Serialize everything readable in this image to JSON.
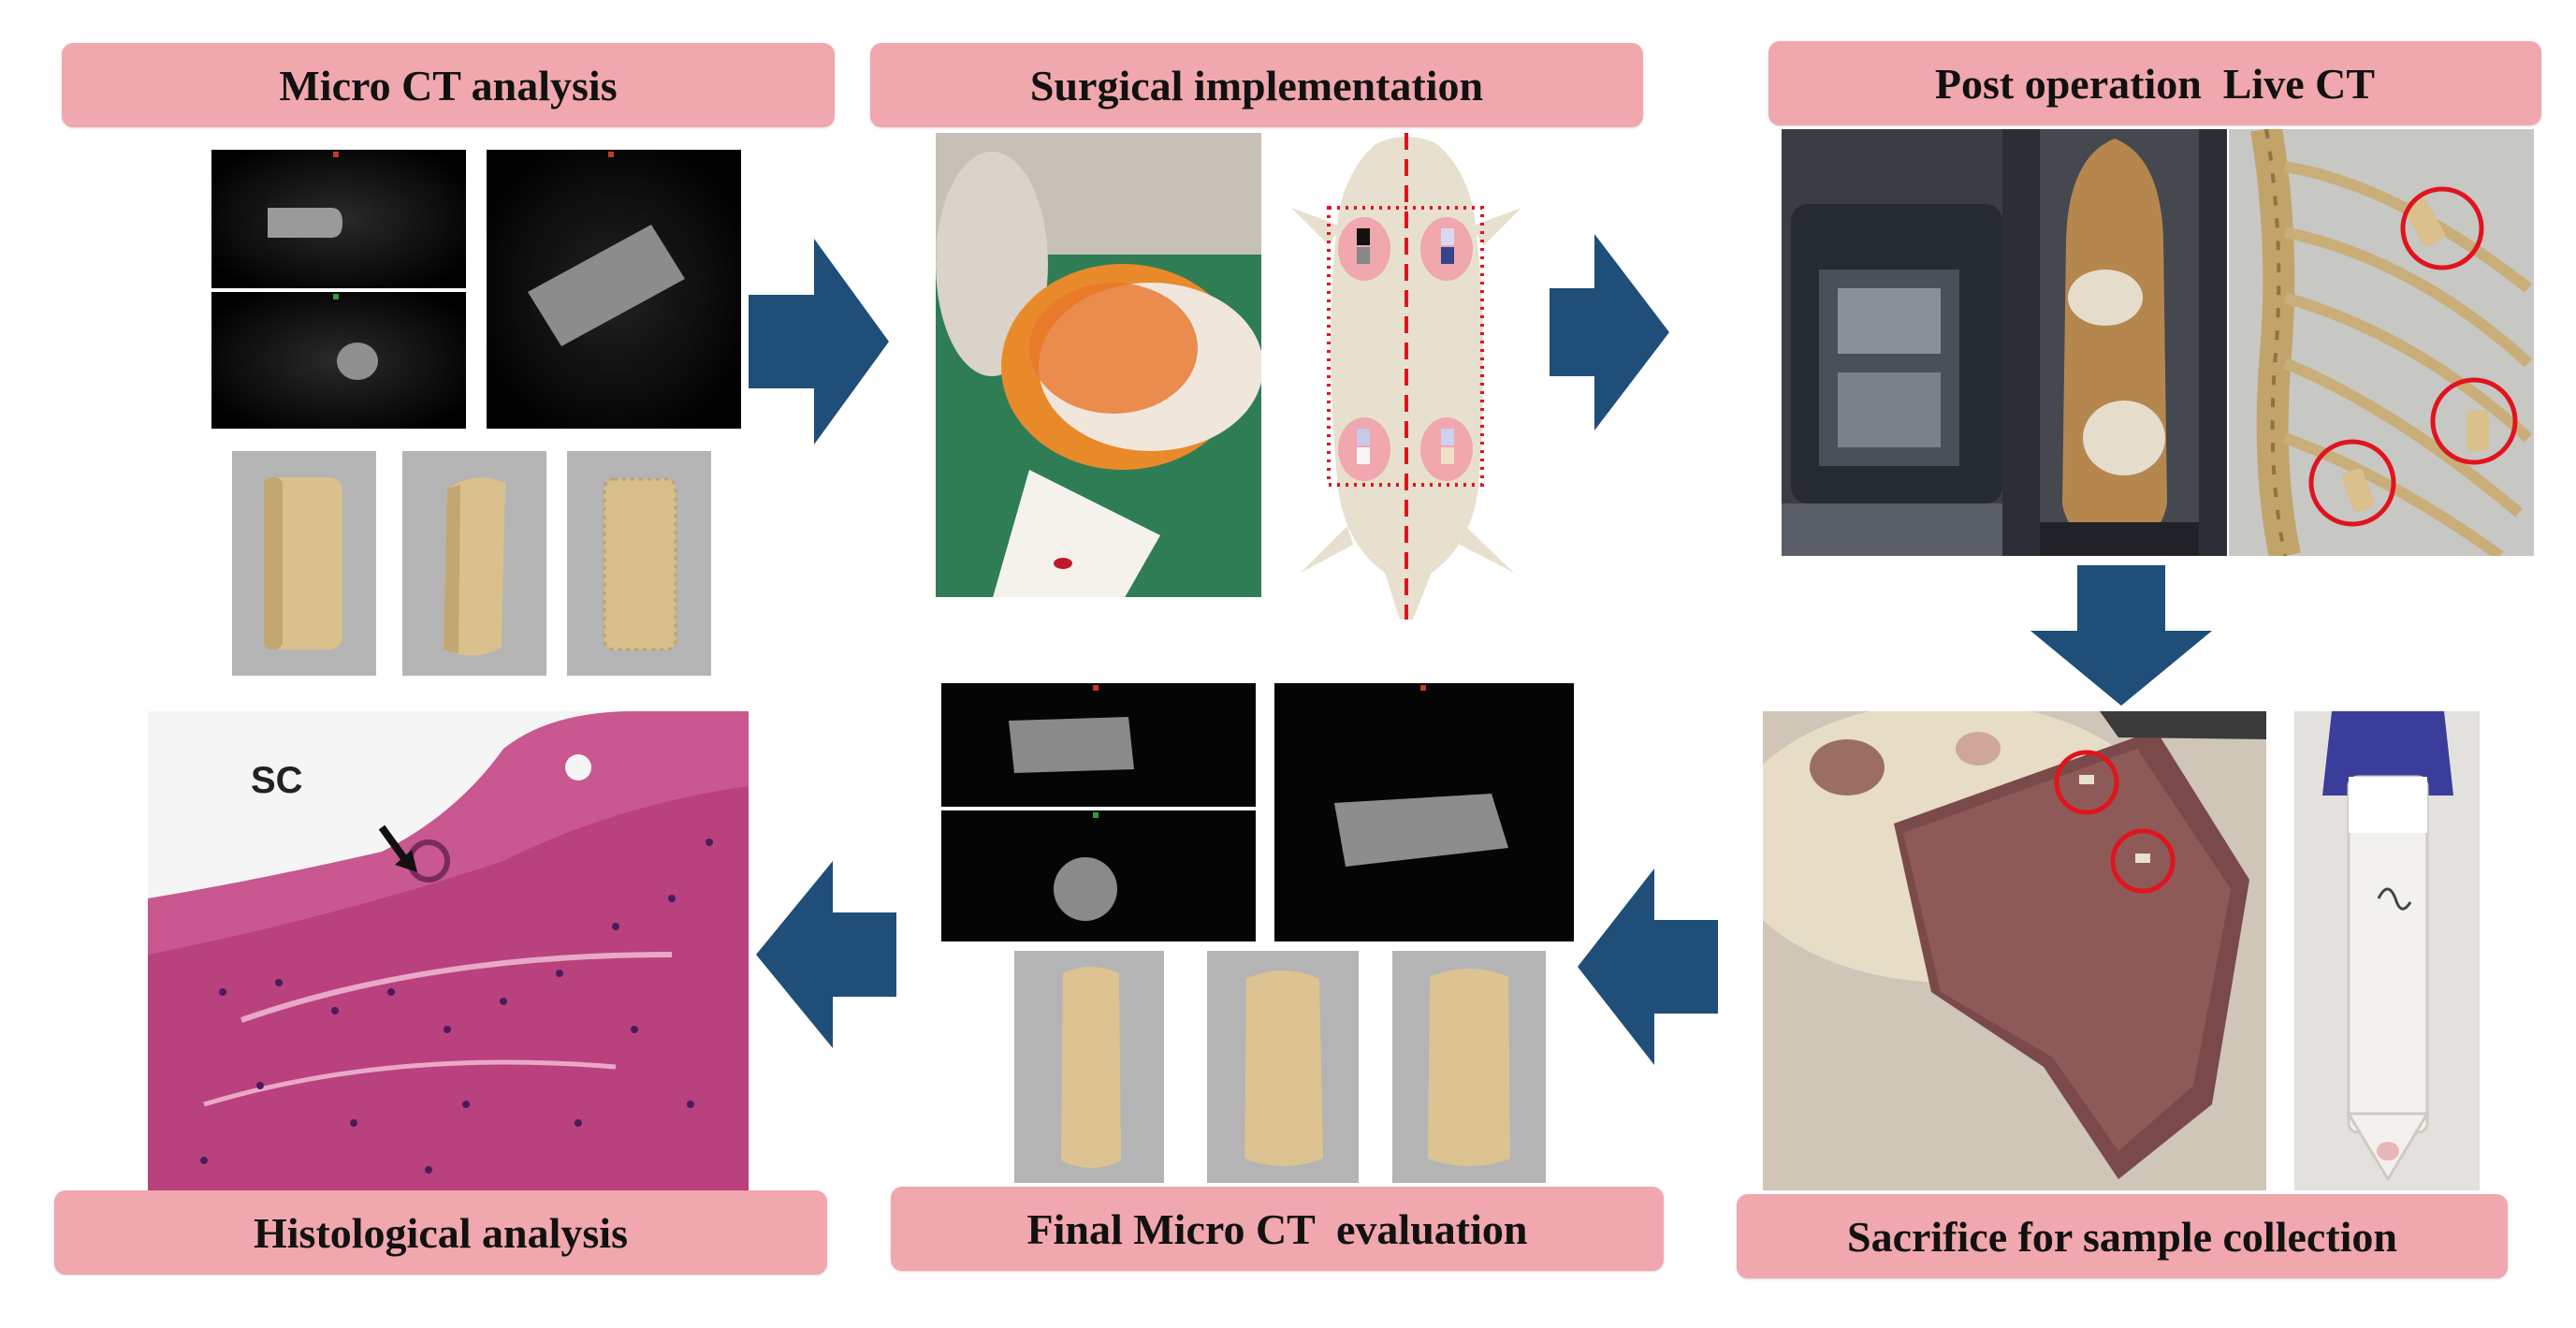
{
  "steps": {
    "micro_ct": "Micro CT analysis",
    "surgical": "Surgical implementation",
    "post_op": "Post operation  Live CT",
    "sacrifice": "Sacrifice for sample collection",
    "final_ct": "Final Micro CT  evaluation",
    "histology": "Histological analysis"
  },
  "annotations": {
    "sc": "SC"
  },
  "colors": {
    "label_bg": "#f0a7ad",
    "arrow": "#1f4e79",
    "highlight_circle": "#e0141e"
  }
}
